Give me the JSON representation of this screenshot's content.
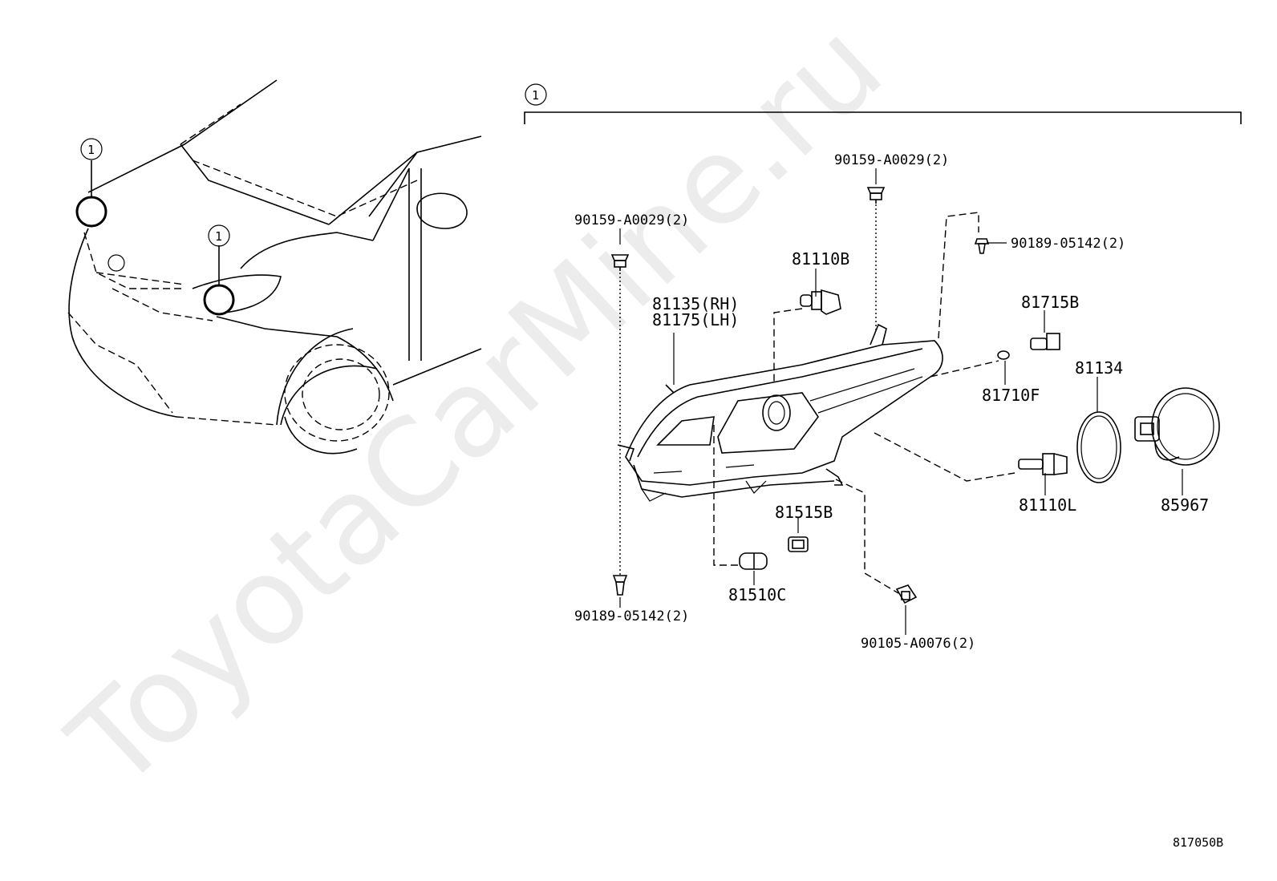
{
  "watermark": "ToyotaCarMine.ru",
  "diagram_code": "817050B",
  "callouts": {
    "group_ref": "1",
    "car_ref_1": "1",
    "car_ref_2": "1"
  },
  "parts": [
    {
      "id": "p1",
      "number": "90159-A0029(2)"
    },
    {
      "id": "p2",
      "number": "90159-A0029(2)"
    },
    {
      "id": "p3",
      "number": "90189-05142(2)"
    },
    {
      "id": "p4",
      "number": "81110B"
    },
    {
      "id": "p5",
      "number": "81135(RH)"
    },
    {
      "id": "p6",
      "number": "81175(LH)"
    },
    {
      "id": "p7",
      "number": "81715B"
    },
    {
      "id": "p8",
      "number": "81134"
    },
    {
      "id": "p9",
      "number": "81710F"
    },
    {
      "id": "p10",
      "number": "81110L"
    },
    {
      "id": "p11",
      "number": "85967"
    },
    {
      "id": "p12",
      "number": "81515B"
    },
    {
      "id": "p13",
      "number": "81510C"
    },
    {
      "id": "p14",
      "number": "90189-05142(2)"
    },
    {
      "id": "p15",
      "number": "90105-A0076(2)"
    }
  ]
}
